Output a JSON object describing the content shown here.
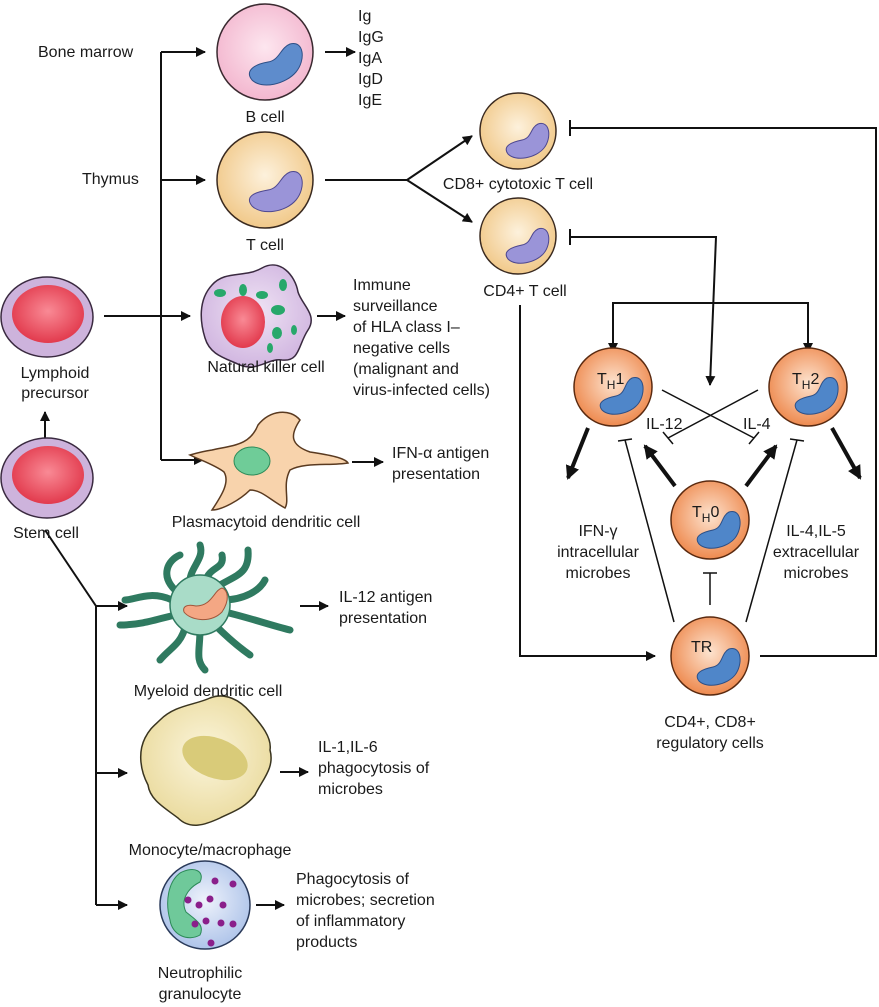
{
  "title": "Lymphoid and myeloid cell lineages and T helper regulation",
  "sources": {
    "bone_marrow": "Bone marrow",
    "thymus": "Thymus"
  },
  "cells": {
    "stem_cell": "Stem cell",
    "lymphoid_precursor": [
      "Lymphoid",
      "precursor"
    ],
    "b_cell": "B cell",
    "t_cell": "T cell",
    "nk_cell": "Natural killer cell",
    "plasmacytoid_dc": "Plasmacytoid dendritic cell",
    "myeloid_dc": "Myeloid dendritic cell",
    "monocyte": "Monocyte/macrophage",
    "neutrophil": [
      "Neutrophilic",
      "granulocyte"
    ],
    "cd8": "CD8+ cytotoxic T cell",
    "cd4": "CD4+ T cell",
    "th1": {
      "main": "T",
      "sub": "H",
      "sup": "1"
    },
    "th2": {
      "main": "T",
      "sub": "H",
      "sup": "2"
    },
    "th0": {
      "main": "T",
      "sub": "H",
      "sup": "0"
    },
    "tr": "TR",
    "regulatory": [
      "CD4+, CD8+",
      "regulatory cells"
    ]
  },
  "outputs": {
    "b_cell": [
      "Ig",
      "IgG",
      "IgA",
      "IgD",
      "IgE"
    ],
    "nk_cell": [
      "Immune",
      "surveillance",
      "of HLA class I–",
      "negative cells",
      "(malignant and",
      "virus-infected cells)"
    ],
    "plasmacytoid_dc": [
      "IFN-α antigen",
      "presentation"
    ],
    "myeloid_dc": [
      "IL-12 antigen",
      "presentation"
    ],
    "monocyte": [
      "IL-1,IL-6",
      "phagocytosis of",
      "microbes"
    ],
    "neutrophil": [
      "Phagocytosis of",
      "microbes; secretion",
      "of inflammatory",
      "products"
    ],
    "th1": [
      "IFN-γ",
      "intracellular",
      "microbes"
    ],
    "th2": [
      "IL-4,IL-5",
      "extracellular",
      "microbes"
    ]
  },
  "cytokines": {
    "il12": "IL-12",
    "il4": "IL-4"
  },
  "colors": {
    "b_cell": "#f6c6da",
    "t_cell": "#f7d9a6",
    "nucleus_purple": "#9a94d8",
    "nucleus_blue": "#4f86c9",
    "th_orange": "#f2a06a",
    "stem_ring": "#cdb3dc",
    "stem_core": "#e8505e",
    "nk": "#dcc6e6",
    "nk_granule": "#27a86a",
    "pdc": "#f8d3ac",
    "mdc": "#6fc4a6",
    "monocyte": "#f1e5b2",
    "neutrophil": "#c4d4ef",
    "neutrophil_granule": "#8a1f8a"
  }
}
